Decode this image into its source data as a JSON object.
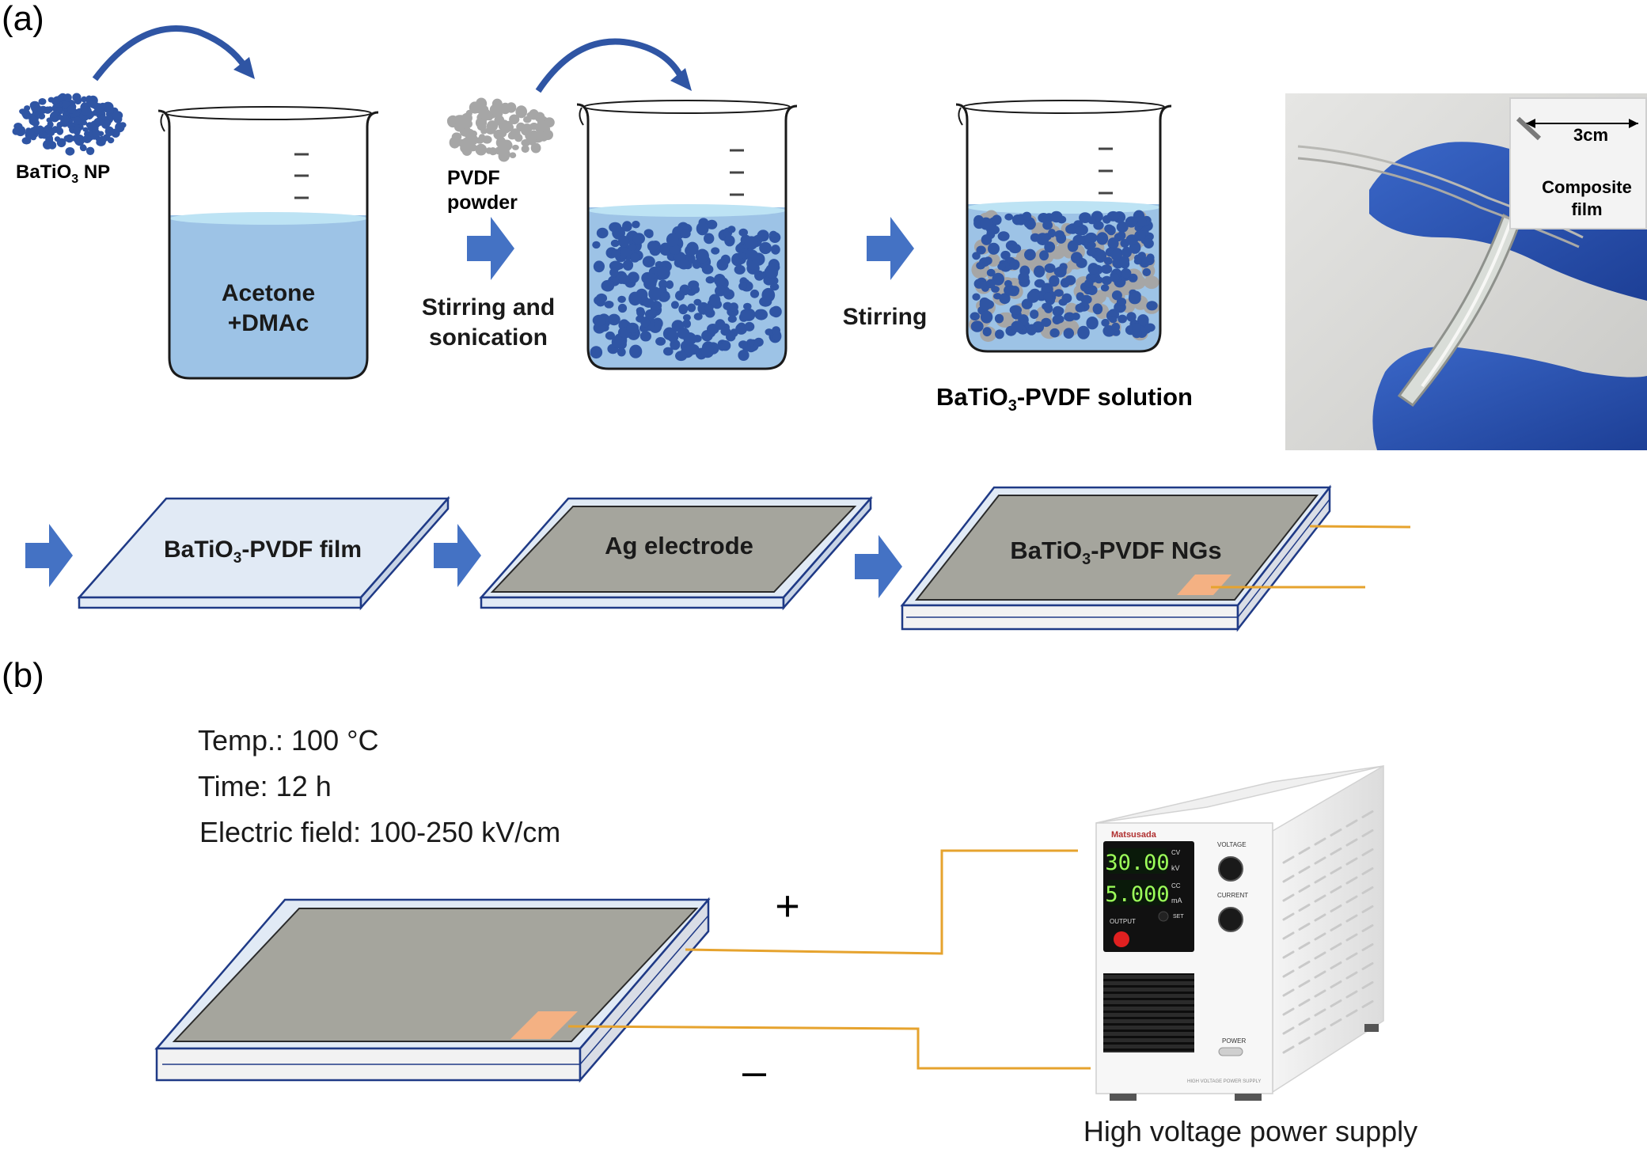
{
  "panel_labels": {
    "a": "(a)",
    "b": "(b)"
  },
  "steps": {
    "nanoparticles": {
      "name": "BaTiO",
      "sub": "3",
      "suffix": " NP"
    },
    "solvent": {
      "line1": "Acetone",
      "line2": "+DMAc"
    },
    "powder": {
      "line1": "PVDF",
      "line2": "powder"
    },
    "process1": {
      "line1": "Stirring and",
      "line2": "sonication"
    },
    "process2": "Stirring",
    "solution": {
      "prefix": "BaTiO",
      "sub": "3",
      "suffix": "-PVDF solution"
    },
    "film": {
      "prefix": "BaTiO",
      "sub": "3",
      "suffix": "-PVDF film"
    },
    "electrode": "Ag electrode",
    "device": {
      "prefix": "BaTiO",
      "sub": "3",
      "suffix": "-PVDF NGs"
    }
  },
  "photo": {
    "scale_label": "3cm",
    "caption_line1": "Composite",
    "caption_line2": "film"
  },
  "poling": {
    "temp": "Temp.: 100 °C",
    "time": "Time: 12 h",
    "field": "Electric field: 100-250 kV/cm",
    "plus": "+",
    "minus": "–",
    "supply_label": "High voltage power supply"
  },
  "supply_panel": {
    "brand": "Matsusada",
    "voltage_readout": "30.00",
    "current_readout": "5.000",
    "cv": "CV",
    "kv": "kV",
    "cc": "CC",
    "ma": "mA",
    "set": "SET",
    "output": "OUTPUT",
    "voltage_knob": "VOLTAGE",
    "current_knob": "CURRENT",
    "power": "POWER",
    "model_text": "HIGH VOLTAGE POWER SUPPLY"
  },
  "colors": {
    "accent_blue": "#4472c4",
    "particle_blue": "#2f55a4",
    "particle_gray": "#a6a6a6",
    "liquid": "#9dc3e6",
    "liquid_top": "#bde3f4",
    "electrode": "#a5a59d",
    "wire": "#e6a32e",
    "contact_pad": "#f4b183"
  }
}
